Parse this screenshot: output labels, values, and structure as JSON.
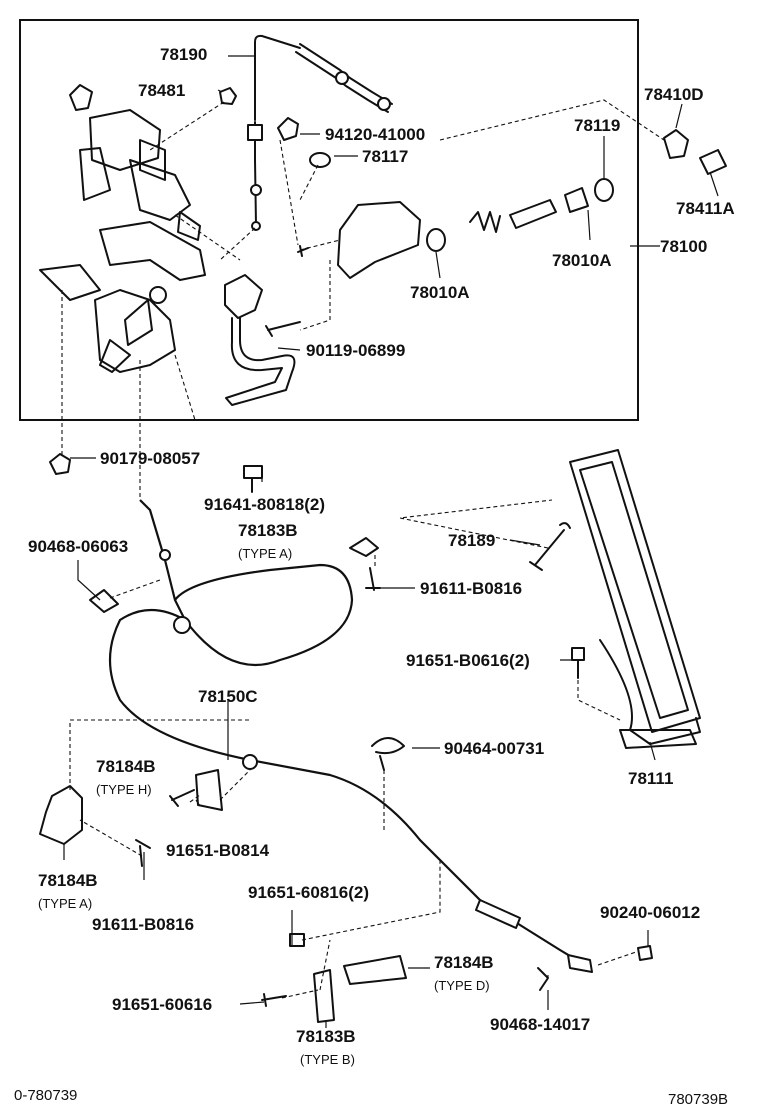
{
  "labels": {
    "p78190": "78190",
    "p78481": "78481",
    "p94120": "94120-41000",
    "p78117": "78117",
    "p78410D": "78410D",
    "p78119": "78119",
    "p78411A": "78411A",
    "p78010A_r": "78010A",
    "p78100": "78100",
    "p78010A_l": "78010A",
    "p90119": "90119-06899",
    "p90179": "90179-08057",
    "p91641": "91641-80818(2)",
    "p78183B_a": "78183B",
    "p78189": "78189",
    "p90468_06063": "90468-06063",
    "p91611_top": "91611-B0816",
    "p91651_b0616": "91651-B0616(2)",
    "p78150C": "78150C",
    "p78184B_h": "78184B",
    "p90464": "90464-00731",
    "p78111": "78111",
    "p91651_b0814": "91651-B0814",
    "p78184B_a": "78184B",
    "p91611_bot": "91611-B0816",
    "p91651_60816": "91651-60816(2)",
    "p90240": "90240-06012",
    "p78184B_d": "78184B",
    "p91651_60616": "91651-60616",
    "p90468_14017": "90468-14017",
    "p78183B_b": "78183B"
  },
  "types": {
    "t78183B_a": "(TYPE A)",
    "t78184B_h": "(TYPE H)",
    "t78184B_a": "(TYPE A)",
    "t78184B_d": "(TYPE D)",
    "t78183B_b": "(TYPE B)"
  },
  "footer": {
    "left_code": "0-780739",
    "right_code": "780739B"
  }
}
